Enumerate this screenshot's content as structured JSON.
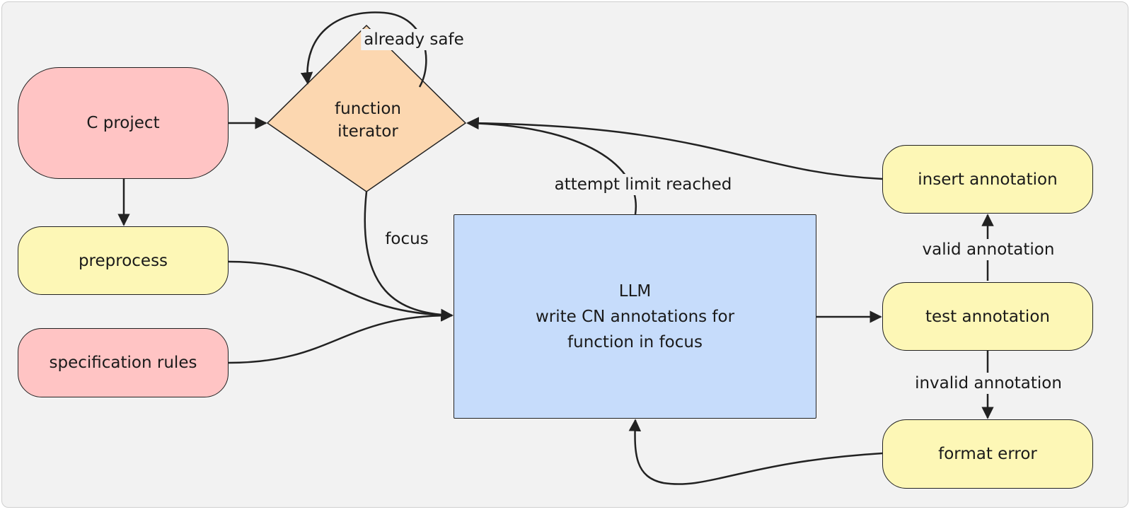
{
  "nodes": {
    "c_project": "C project",
    "preprocess": "preprocess",
    "specification_rules": "specification rules",
    "function_iterator_line1": "function",
    "function_iterator_line2": "iterator",
    "llm_line1": "LLM",
    "llm_line2": "write CN annotations for",
    "llm_line3": "function in focus",
    "insert_annotation": "insert annotation",
    "test_annotation": "test annotation",
    "format_error": "format error"
  },
  "edges": {
    "already_safe": "already safe",
    "focus": "focus",
    "attempt_limit_reached": "attempt limit reached",
    "valid_annotation": "valid annotation",
    "invalid_annotation": "invalid annotation"
  },
  "colors": {
    "pink": "#ffc4c4",
    "orange": "#fcd7b0",
    "yellow": "#fdf7b6",
    "blue": "#c6dcfb",
    "stroke": "#222222"
  }
}
